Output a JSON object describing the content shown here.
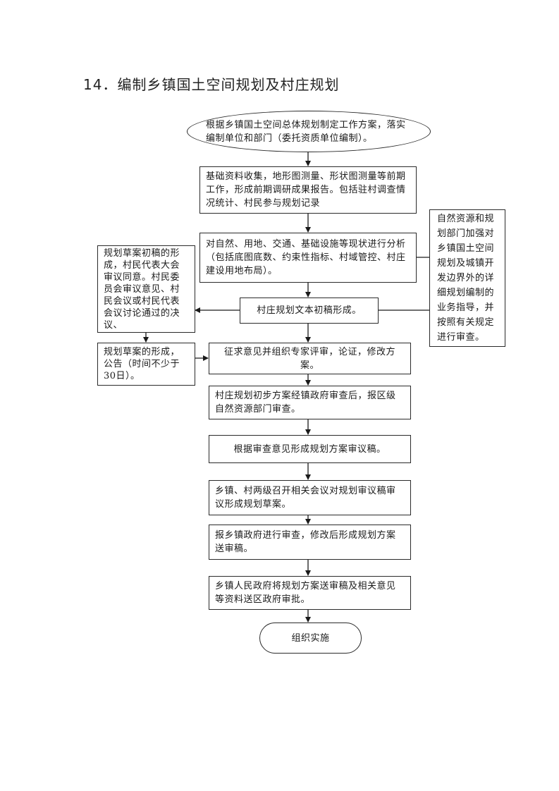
{
  "title": "14．编制乡镇国土空间规划及村庄规划",
  "flow": {
    "start": "根据乡镇国土空间总体规划制定工作方案，落实编制单位和部门（委托资质单位编制）。",
    "step1": "基础资料收集，地形图测量、形状图测量等前期工作，形成前期调研成果报告。包括驻村调查情况统计、村民参与规划记录",
    "step2": "对自然、用地、交通、基础设施等现状进行分析（包括底图底数、约束性指标、村域管控、村庄建设用地布局）。",
    "step3": "村庄规划文本初稿形成。",
    "side_right": "自然资源和规划部门加强对乡镇国土空间规划及城镇开发边界外的详细规划编制的业务指导，并按照有关规定进行审查。",
    "side_left1": "规划草案初稿的形成，村民代表大会审议同意。村民委员会审议意见、村民会议或村民代表会议讨论通过的决议、",
    "side_left2": "规划草案的形成，公告（时间不少于30日）。",
    "step4": "征求意见并组织专家评审，论证，修改方案。",
    "step5": "村庄规划初步方案经镇政府审查后，报区级自然资源部门审查。",
    "step6": "根据审查意见形成规划方案审议稿。",
    "step7": "乡镇、村两级召开相关会议对规划审议稿审议形成规划草案。",
    "step8": "报乡镇政府进行审查，修改后形成规划方案送审稿。",
    "step9": "乡镇人民政府将规划方案送审稿及相关意见等资料送区政府审批。",
    "end": "组织实施"
  }
}
